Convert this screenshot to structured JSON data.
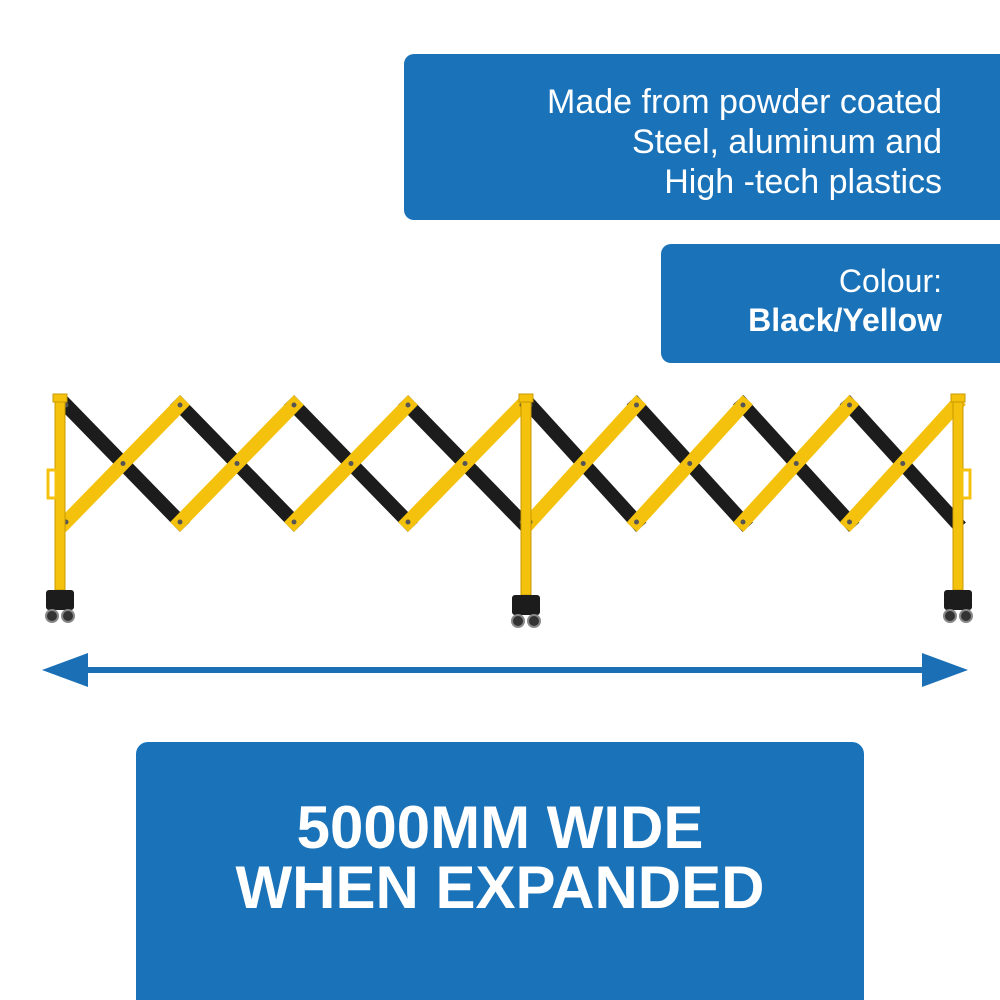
{
  "material": {
    "lines": [
      "Made from powder coated",
      "Steel, aluminum and",
      "High -tech plastics"
    ]
  },
  "colour": {
    "label": "Colour:",
    "value": "Black/Yellow"
  },
  "width_banner": {
    "lines": [
      "5000MM WIDE",
      "WHEN EXPANDED"
    ]
  },
  "colors": {
    "brand_blue": "#1a72b9",
    "gate_yellow": "#f4c20d",
    "gate_black": "#1c1c1c",
    "arrow_blue": "#1a6fb5"
  },
  "icons": {
    "gate": "expandable-barrier-gate-icon",
    "arrow": "double-headed-arrow-icon"
  }
}
